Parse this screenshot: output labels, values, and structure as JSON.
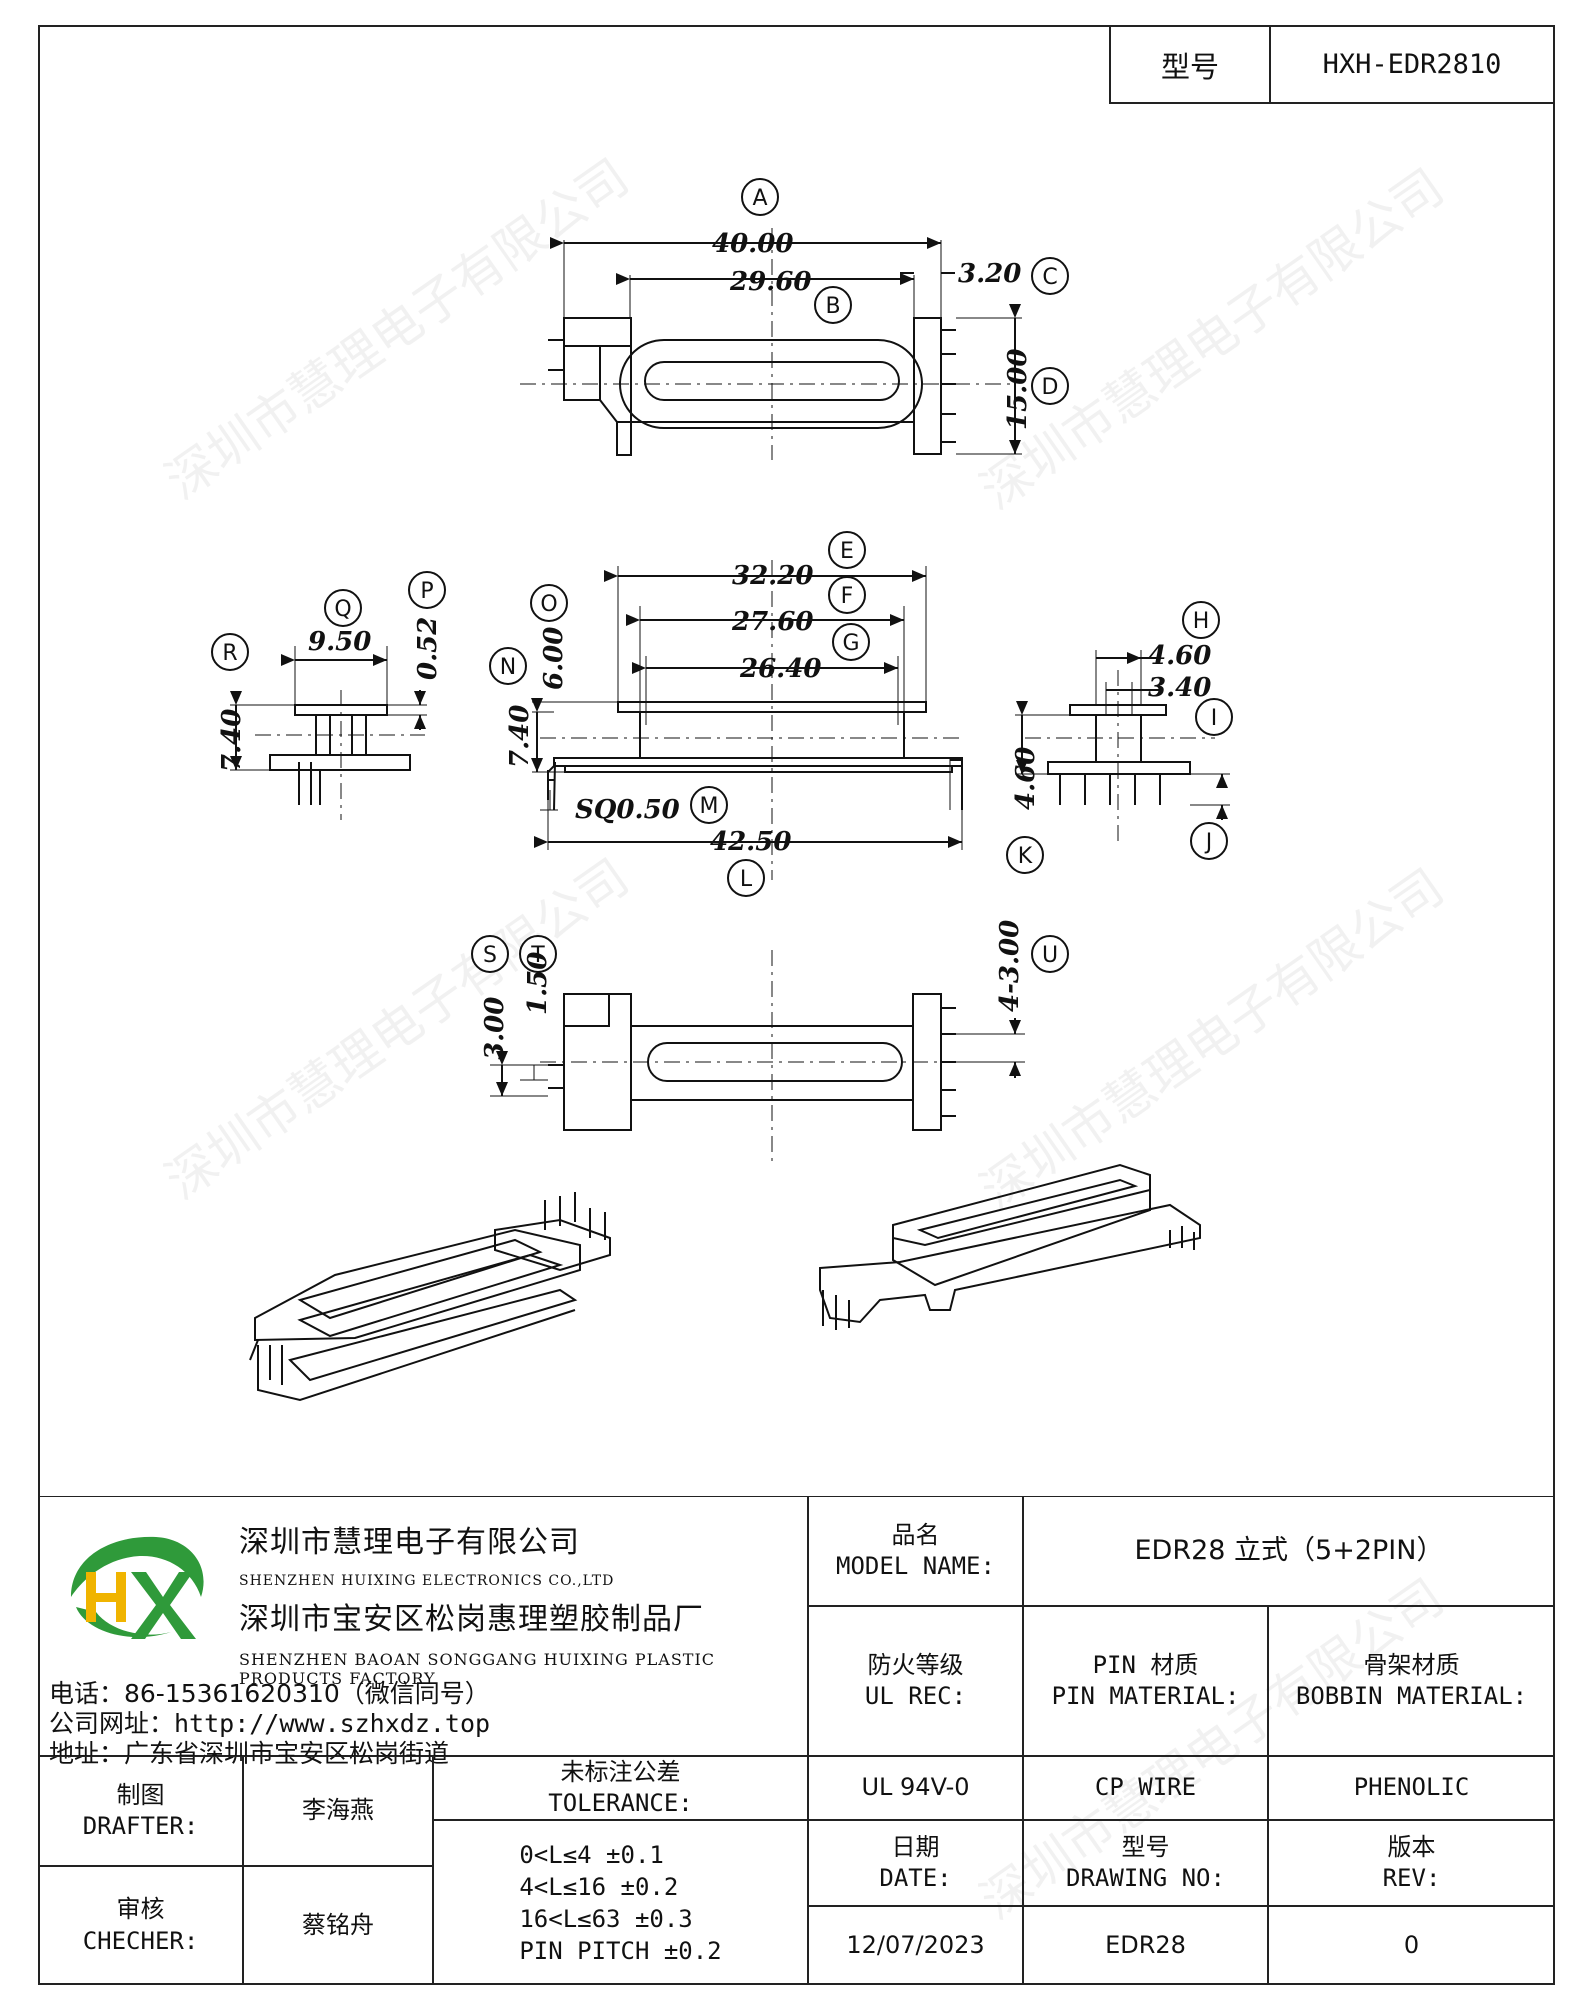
{
  "header": {
    "model_label": "型号",
    "model_value": "HXH-EDR2810"
  },
  "watermark": "深圳市慧理电子有限公司",
  "dimensions": {
    "A": "A",
    "B": "B",
    "C": "C",
    "D": "D",
    "E": "E",
    "F": "F",
    "G": "G",
    "H": "H",
    "I": "I",
    "J": "J",
    "K": "K",
    "L": "L",
    "M": "M",
    "N": "N",
    "O": "O",
    "P": "P",
    "Q": "Q",
    "R": "R",
    "S": "S",
    "T": "T",
    "U": "U",
    "v40": "40.00",
    "v2960": "29.60",
    "v320": "3.20",
    "v1500": "15.00",
    "v3220": "32.20",
    "v2760": "27.60",
    "v2640": "26.40",
    "v600": "6.00",
    "v740a": "7.40",
    "sq": "SQ0.50",
    "v4250": "42.50",
    "v950": "9.50",
    "v052": "0.52",
    "v740b": "7.40",
    "v460a": "4.60",
    "v340": "3.40",
    "v460b": "4.60",
    "v300a": "3.00",
    "v150": "1.50",
    "v4x300": "4-3.00"
  },
  "company": {
    "name_cn": "深圳市慧理电子有限公司",
    "name_en": "SHENZHEN HUIXING ELECTRONICS CO.,LTD",
    "factory_cn": "深圳市宝安区松岗惠理塑胶制品厂",
    "factory_en": "SHENZHEN BAOAN SONGGANG HUIXING PLASTIC PRODUCTS FACTORY",
    "phone": "电话：86-15361620310（微信同号）",
    "website": "公司网址：http://www.szhxdz.top",
    "address": "地址：广东省深圳市宝安区松岗街道"
  },
  "title_block": {
    "model_name_cn": "品名",
    "model_name_en": "MODEL NAME:",
    "model_name_value": "EDR28 立式（5+2PIN）",
    "fire_cn": "防火等级",
    "fire_en": "UL REC:",
    "pin_cn": "PIN 材质",
    "pin_en": "PIN MATERIAL:",
    "bobbin_cn": "骨架材质",
    "bobbin_en": "BOBBIN MATERIAL:",
    "fire_value": "UL 94V-0",
    "pin_value": "CP WIRE",
    "bobbin_value": "PHENOLIC",
    "drafter_cn": "制图",
    "drafter_en": "DRAFTER:",
    "drafter_name": "李海燕",
    "checker_cn": "审核",
    "checker_en": "CHECHER:",
    "checker_name": "蔡铭舟",
    "tol_cn": "未标注公差",
    "tol_en": "TOLERANCE:",
    "tol_lines": [
      "0<L≤4   ±0.1",
      "4<L≤16  ±0.2",
      "16<L≤63  ±0.3",
      "PIN PITCH ±0.2"
    ],
    "date_cn": "日期",
    "date_en": "DATE:",
    "date_value": "12/07/2023",
    "drawing_cn": "型号",
    "drawing_en": "DRAWING NO:",
    "drawing_value": "EDR28",
    "rev_cn": "版本",
    "rev_en": "REV:",
    "rev_value": "0"
  }
}
